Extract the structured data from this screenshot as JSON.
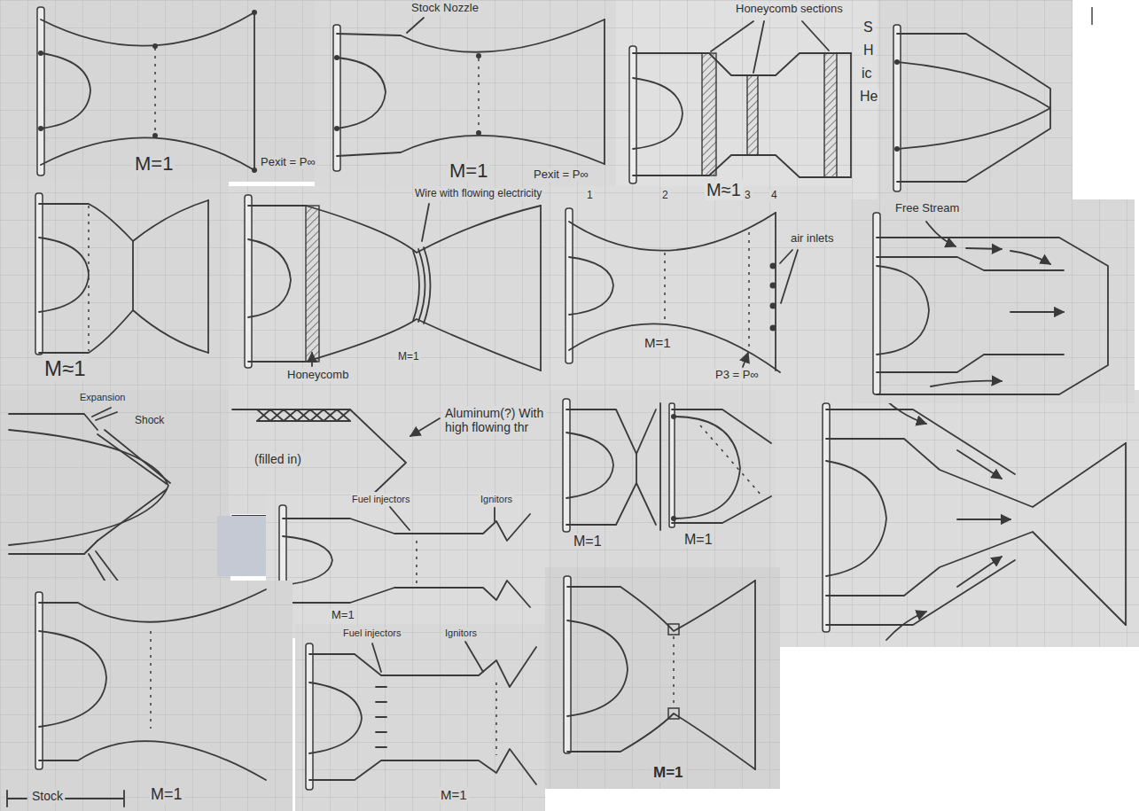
{
  "diagram": {
    "labels": [
      "M=1",
      "Pexit = P∞",
      "Stock Nozzle",
      "M=1",
      "Pexit = P∞",
      "Honeycomb sections",
      "M≈1",
      "S",
      "H",
      "ic",
      "He",
      "M≈1",
      "Wire with flowing electricity",
      "Honeycomb",
      "M=1",
      "1",
      "2",
      "3",
      "4",
      "air inlets",
      "M=1",
      "P3 = P∞",
      "Free Stream",
      "Expansion",
      "Shock",
      "(filled in)",
      "Aluminum(?) With high flowing thr",
      "M=1",
      "M=1",
      "Fuel injectors",
      "Ignitors",
      "M=1",
      "Stock",
      "M=1",
      "Fuel injectors",
      "Ignitors",
      "M=1",
      "M=1"
    ]
  }
}
